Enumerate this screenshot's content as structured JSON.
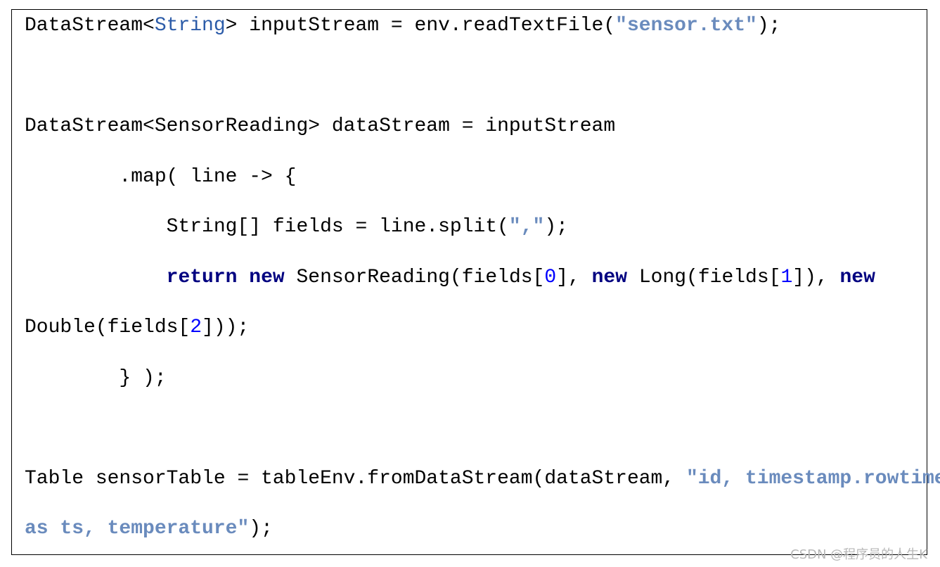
{
  "code_lines": [
    [
      [
        "DataStream<",
        ""
      ],
      [
        "String",
        "type"
      ],
      [
        "> inputStream = env.readTextFile(",
        ""
      ],
      [
        "\"sensor.txt\"",
        "str"
      ],
      [
        ");",
        ""
      ]
    ],
    [],
    [
      [
        "DataStream<SensorReading> dataStream = inputStream",
        ""
      ]
    ],
    [
      [
        "        .map( line -> {",
        ""
      ]
    ],
    [
      [
        "            String[] fields = line.split(",
        ""
      ],
      [
        "\",\"",
        "str"
      ],
      [
        ");",
        ""
      ]
    ],
    [
      [
        "            ",
        ""
      ],
      [
        "return",
        "kw"
      ],
      [
        " ",
        ""
      ],
      [
        "new",
        "kw"
      ],
      [
        " SensorReading(fields[",
        ""
      ],
      [
        "0",
        "num"
      ],
      [
        "], ",
        ""
      ],
      [
        "new",
        "kw"
      ],
      [
        " Long(fields[",
        ""
      ],
      [
        "1",
        "num"
      ],
      [
        "]), ",
        ""
      ],
      [
        "new",
        "kw"
      ]
    ],
    [
      [
        "Double(fields[",
        ""
      ],
      [
        "2",
        "num"
      ],
      [
        "]));",
        ""
      ]
    ],
    [
      [
        "        } );",
        ""
      ]
    ],
    [],
    [
      [
        "Table sensorTable = tableEnv.fromDataStream(dataStream, ",
        ""
      ],
      [
        "\"id, timestamp.rowtime",
        "str"
      ]
    ],
    [
      [
        "as ts, temperature\"",
        "str"
      ],
      [
        ");",
        ""
      ]
    ]
  ],
  "watermark": "CSDN @程序员的人生K"
}
